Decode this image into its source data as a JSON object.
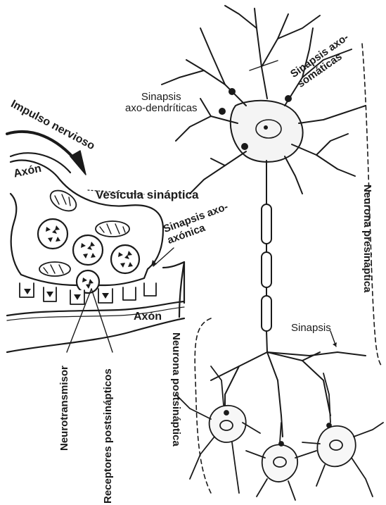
{
  "labels": {
    "impulso": "Impulso nervioso",
    "axon_top": "Axón",
    "vesicula": "Vesícula sináptica",
    "sinapsis_axoaxonica": "Sinapsis axo-axónica",
    "axon_bottom": "Axón",
    "neurotransmisor": "Neurotransmisor",
    "receptores": "Receptores postsinápticos",
    "neurona_postsinaptica": "Neurona postsináptica",
    "sinapsis_axodendriticas_line1": "Sinapsis",
    "sinapsis_axodendriticas_line2": "axo-dendríticas",
    "sinapsis_axosomaticas": "Sinapsis axo-somáticas",
    "neurona_presinaptica": "Neurona presináptica",
    "sinapsis": "Sinapsis"
  },
  "colors": {
    "ink": "#1a1a1a",
    "background": "#ffffff"
  }
}
